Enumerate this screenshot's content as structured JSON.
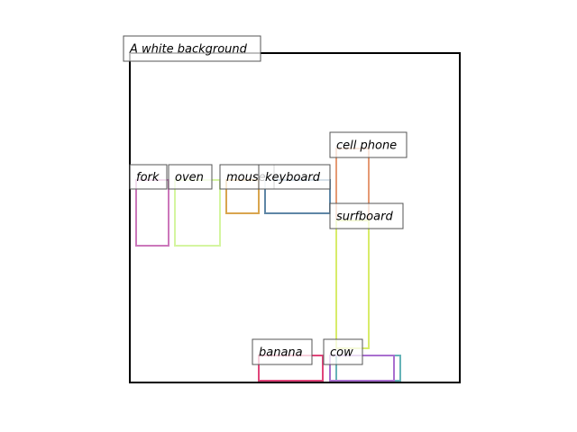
{
  "caption": "A white background",
  "boxes": [
    {
      "label": "fork",
      "color": "#cc77bb"
    },
    {
      "label": "oven",
      "color": "#d4f5a0"
    },
    {
      "label": "mouse",
      "color": "#d9a54e"
    },
    {
      "label": "keyboard",
      "color": "#5e86a6"
    },
    {
      "label": "cell phone",
      "color": "#e59a74"
    },
    {
      "label": "surfboard",
      "color": "#d8ec6a"
    },
    {
      "label": "banana",
      "color": "#e0457a"
    },
    {
      "label": "cow",
      "color": "#66b3b8"
    },
    {
      "label": "",
      "color": "#a96fcf"
    }
  ]
}
